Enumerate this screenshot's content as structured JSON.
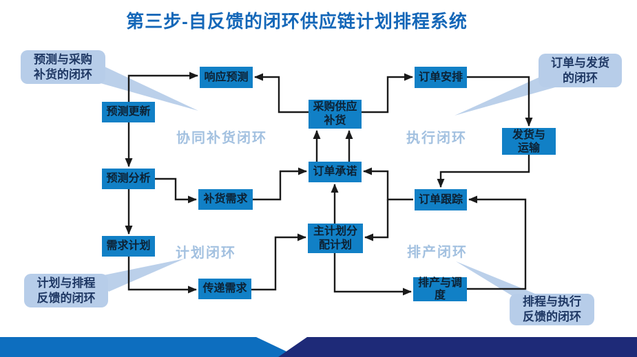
{
  "title": "第三步-自反馈的闭环供应链计划排程系统",
  "nodes": {
    "forecast_update": {
      "label": "预测更新"
    },
    "forecast_analysis": {
      "label": "预测分析"
    },
    "demand_plan": {
      "label": "需求计划"
    },
    "respond_forecast": {
      "label": "响应预测"
    },
    "replenish_demand": {
      "label": "补货需求"
    },
    "transmit_demand": {
      "label": "传递需求"
    },
    "procure_supply": {
      "label": "采购供应\n补货"
    },
    "order_commit": {
      "label": "订单承诺"
    },
    "master_plan": {
      "label": "主计划分\n配计划"
    },
    "order_arrange": {
      "label": "订单安排"
    },
    "order_track": {
      "label": "订单跟踪"
    },
    "schedule_dispatch": {
      "label": "排产与调\n度"
    },
    "ship_transport": {
      "label": "发货与\n运输"
    }
  },
  "loop_labels": {
    "collaborative": "协同补货闭环",
    "execution": "执行闭环",
    "planning": "计划闭环",
    "scheduling": "排产闭环"
  },
  "callouts": {
    "forecast_procurement": "预测与采购\n补货的闭环",
    "order_shipping": "订单与发货\n的闭环",
    "plan_schedule_feedback": "计划与排程\n反馈的闭环",
    "schedule_execution_feedback": "排程与执行\n反馈的闭环"
  },
  "colors": {
    "title_blue": "#1467b8",
    "node_fill": "#1180c6",
    "node_text": "#0d2133",
    "callout_fill": "#b7cde9",
    "callout_text": "#1f3864",
    "loop_label_blue": "#a3c1e0",
    "arrow_black": "#1a1a1a",
    "footer_blue": "#0d6ebf",
    "footer_navy": "#1e2a78"
  }
}
